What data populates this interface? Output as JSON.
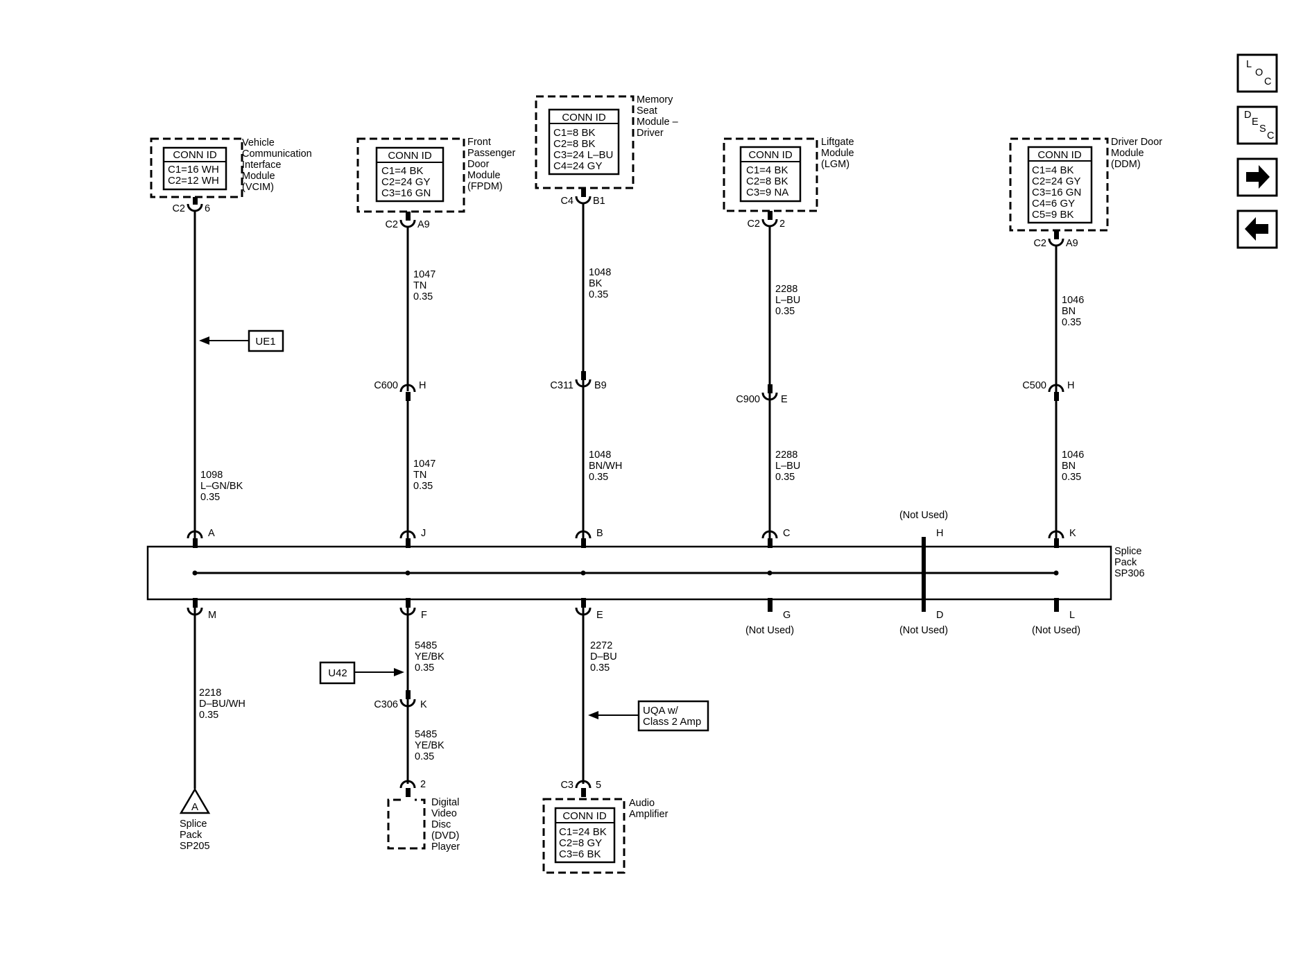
{
  "modules": {
    "vcim": {
      "conn_header": "CONN ID",
      "conn_lines": [
        "C1=16 WH",
        "C2=12 WH"
      ],
      "name_lines": [
        "Vehicle",
        "Communication",
        "Interface",
        "Module",
        "(VCIM)"
      ]
    },
    "fpdm": {
      "conn_header": "CONN ID",
      "conn_lines": [
        "C1=4 BK",
        "C2=24 GY",
        "C3=16 GN"
      ],
      "name_lines": [
        "Front",
        "Passenger",
        "Door",
        "Module",
        "(FPDM)"
      ]
    },
    "msm": {
      "conn_header": "CONN ID",
      "conn_lines": [
        "C1=8 BK",
        "C2=8 BK",
        "C3=24 L–BU",
        "C4=24 GY"
      ],
      "name_lines": [
        "Memory",
        "Seat",
        "Module –",
        "Driver"
      ]
    },
    "lgm": {
      "conn_header": "CONN ID",
      "conn_lines": [
        "C1=4 BK",
        "C2=8 BK",
        "C3=9 NA"
      ],
      "name_lines": [
        "Liftgate",
        "Module",
        "(LGM)"
      ]
    },
    "ddm": {
      "conn_header": "CONN ID",
      "conn_lines": [
        "C1=4 BK",
        "C2=24 GY",
        "C3=16 GN",
        "C4=6 GY",
        "C5=9 BK"
      ],
      "name_lines": [
        "Driver Door",
        "Module",
        "(DDM)"
      ]
    },
    "amp": {
      "conn_header": "CONN ID",
      "conn_lines": [
        "C1=24 BK",
        "C2=8 GY",
        "C3=6 BK"
      ],
      "name_lines": [
        "Audio",
        "Amplifier"
      ]
    },
    "dvd": {
      "name_lines": [
        "Digital",
        "Video",
        "Disc",
        "(DVD)",
        "Player"
      ]
    }
  },
  "connectors": {
    "vcim_conn": "C2",
    "vcim_pin": "6",
    "fpdm_conn": "C2",
    "fpdm_pin": "A9",
    "msm_conn": "C4",
    "msm_pin": "B1",
    "lgm_conn": "C2",
    "lgm_pin": "2",
    "ddm_conn": "C2",
    "ddm_pin": "A9",
    "c600": "C600",
    "c600_pin": "H",
    "c311": "C311",
    "c311_pin": "B9",
    "c900": "C900",
    "c900_pin": "E",
    "c500": "C500",
    "c500_pin": "H",
    "c306": "C306",
    "c306_pin": "K",
    "dvd_pin": "2",
    "amp_conn": "C3",
    "amp_pin": "5"
  },
  "wires": {
    "w1047_top": [
      "1047",
      "TN",
      "0.35"
    ],
    "w1048_top": [
      "1048",
      "BK",
      "0.35"
    ],
    "w2288_top": [
      "2288",
      "L–BU",
      "0.35"
    ],
    "w1046_top": [
      "1046",
      "BN",
      "0.35"
    ],
    "w1098": [
      "1098",
      "L–GN/BK",
      "0.35"
    ],
    "w1047_bot": [
      "1047",
      "TN",
      "0.35"
    ],
    "w1048_bot": [
      "1048",
      "BN/WH",
      "0.35"
    ],
    "w2288_bot": [
      "2288",
      "L–BU",
      "0.35"
    ],
    "w1046_bot": [
      "1046",
      "BN",
      "0.35"
    ],
    "w2218": [
      "2218",
      "D–BU/WH",
      "0.35"
    ],
    "w5485_top": [
      "5485",
      "YE/BK",
      "0.35"
    ],
    "w5485_bot": [
      "5485",
      "YE/BK",
      "0.35"
    ],
    "w2272": [
      "2272",
      "D–BU",
      "0.35"
    ]
  },
  "splice_pack": {
    "name_lines": [
      "Splice",
      "Pack",
      "SP306"
    ],
    "pins_top": [
      "A",
      "J",
      "B",
      "C",
      "H",
      "K"
    ],
    "pins_bottom": [
      "M",
      "F",
      "E",
      "G",
      "D",
      "L"
    ],
    "not_used": "(Not Used)"
  },
  "options": {
    "ue1": "UE1",
    "u42": "U42",
    "uqa_lines": [
      "UQA w/",
      "Class 2 Amp"
    ]
  },
  "offpage": {
    "symbol_letter": "A",
    "label_lines": [
      "Splice",
      "Pack",
      "SP205"
    ]
  },
  "nav": {
    "loc_letters": [
      "L",
      "O",
      "C"
    ],
    "desc_letters": [
      "D",
      "E",
      "S",
      "C"
    ],
    "next_icon": "arrow-right-icon",
    "prev_icon": "arrow-left-icon"
  }
}
